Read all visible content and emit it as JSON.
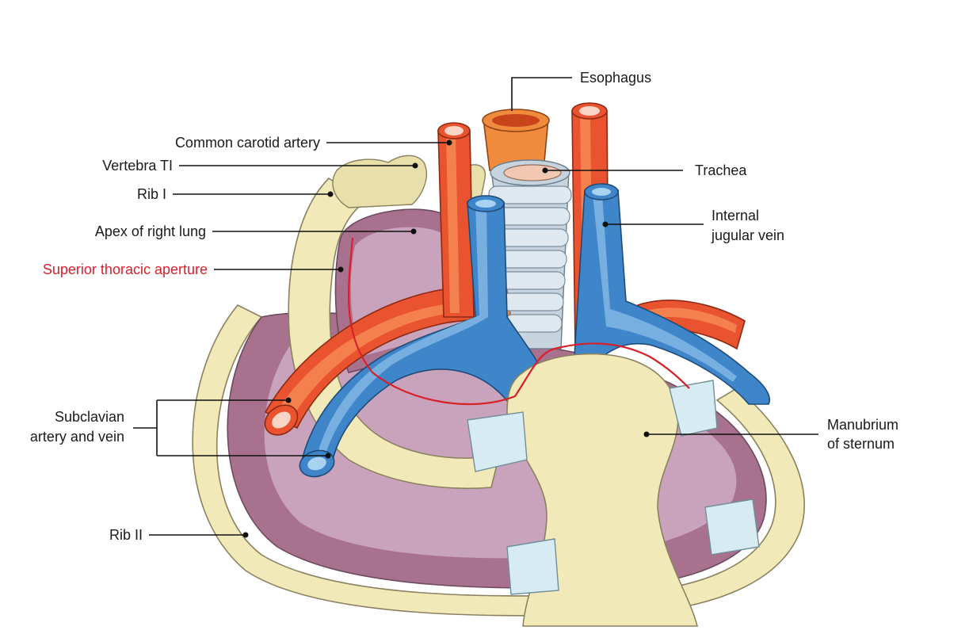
{
  "labels": {
    "esophagus": "Esophagus",
    "common_carotid_artery": "Common carotid artery",
    "trachea": "Trachea",
    "vertebra_t1": "Vertebra TI",
    "rib_1": "Rib I",
    "internal_jugular_vein_line1": "Internal",
    "internal_jugular_vein_line2": "jugular vein",
    "apex_right_lung": "Apex of right lung",
    "superior_thoracic_aperture": "Superior thoracic aperture",
    "subclavian_line1": "Subclavian",
    "subclavian_line2": "artery and vein",
    "manubrium_line1": "Manubrium",
    "manubrium_line2": "of sternum",
    "rib_2": "Rib II"
  },
  "colors": {
    "label_text": "#1a1a1a",
    "highlight_label": "#d8202a",
    "artery": "#e9532f",
    "vein": "#3f85c9",
    "bone": "#f2e9b8",
    "cartilage": "#d6ebf2",
    "lung": "#a8728f",
    "esophagus": "#f08a3c",
    "aperture_outline": "#d8202a"
  }
}
